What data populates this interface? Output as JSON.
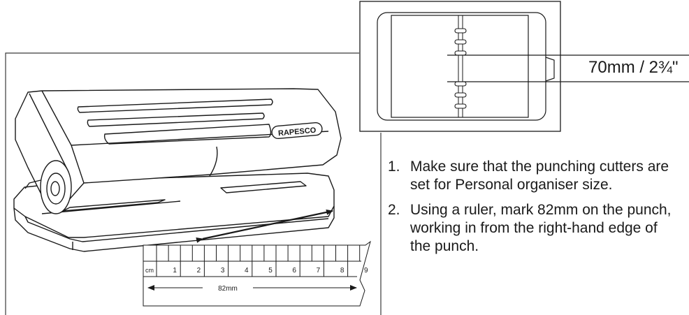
{
  "brand_label": "RAPESCO",
  "measurement_label": "70mm / 2¾\"",
  "ruler": {
    "unit": "cm",
    "numbers": [
      "1",
      "2",
      "3",
      "4",
      "5",
      "6",
      "7",
      "8",
      "9"
    ],
    "dimension_label": "82mm"
  },
  "instructions": [
    {
      "number": "1.",
      "text": "Make sure that the punching cutters are set for Personal organiser size."
    },
    {
      "number": "2.",
      "text": "Using a ruler, mark 82mm on the punch, working in from the right-hand edge of the punch."
    }
  ]
}
